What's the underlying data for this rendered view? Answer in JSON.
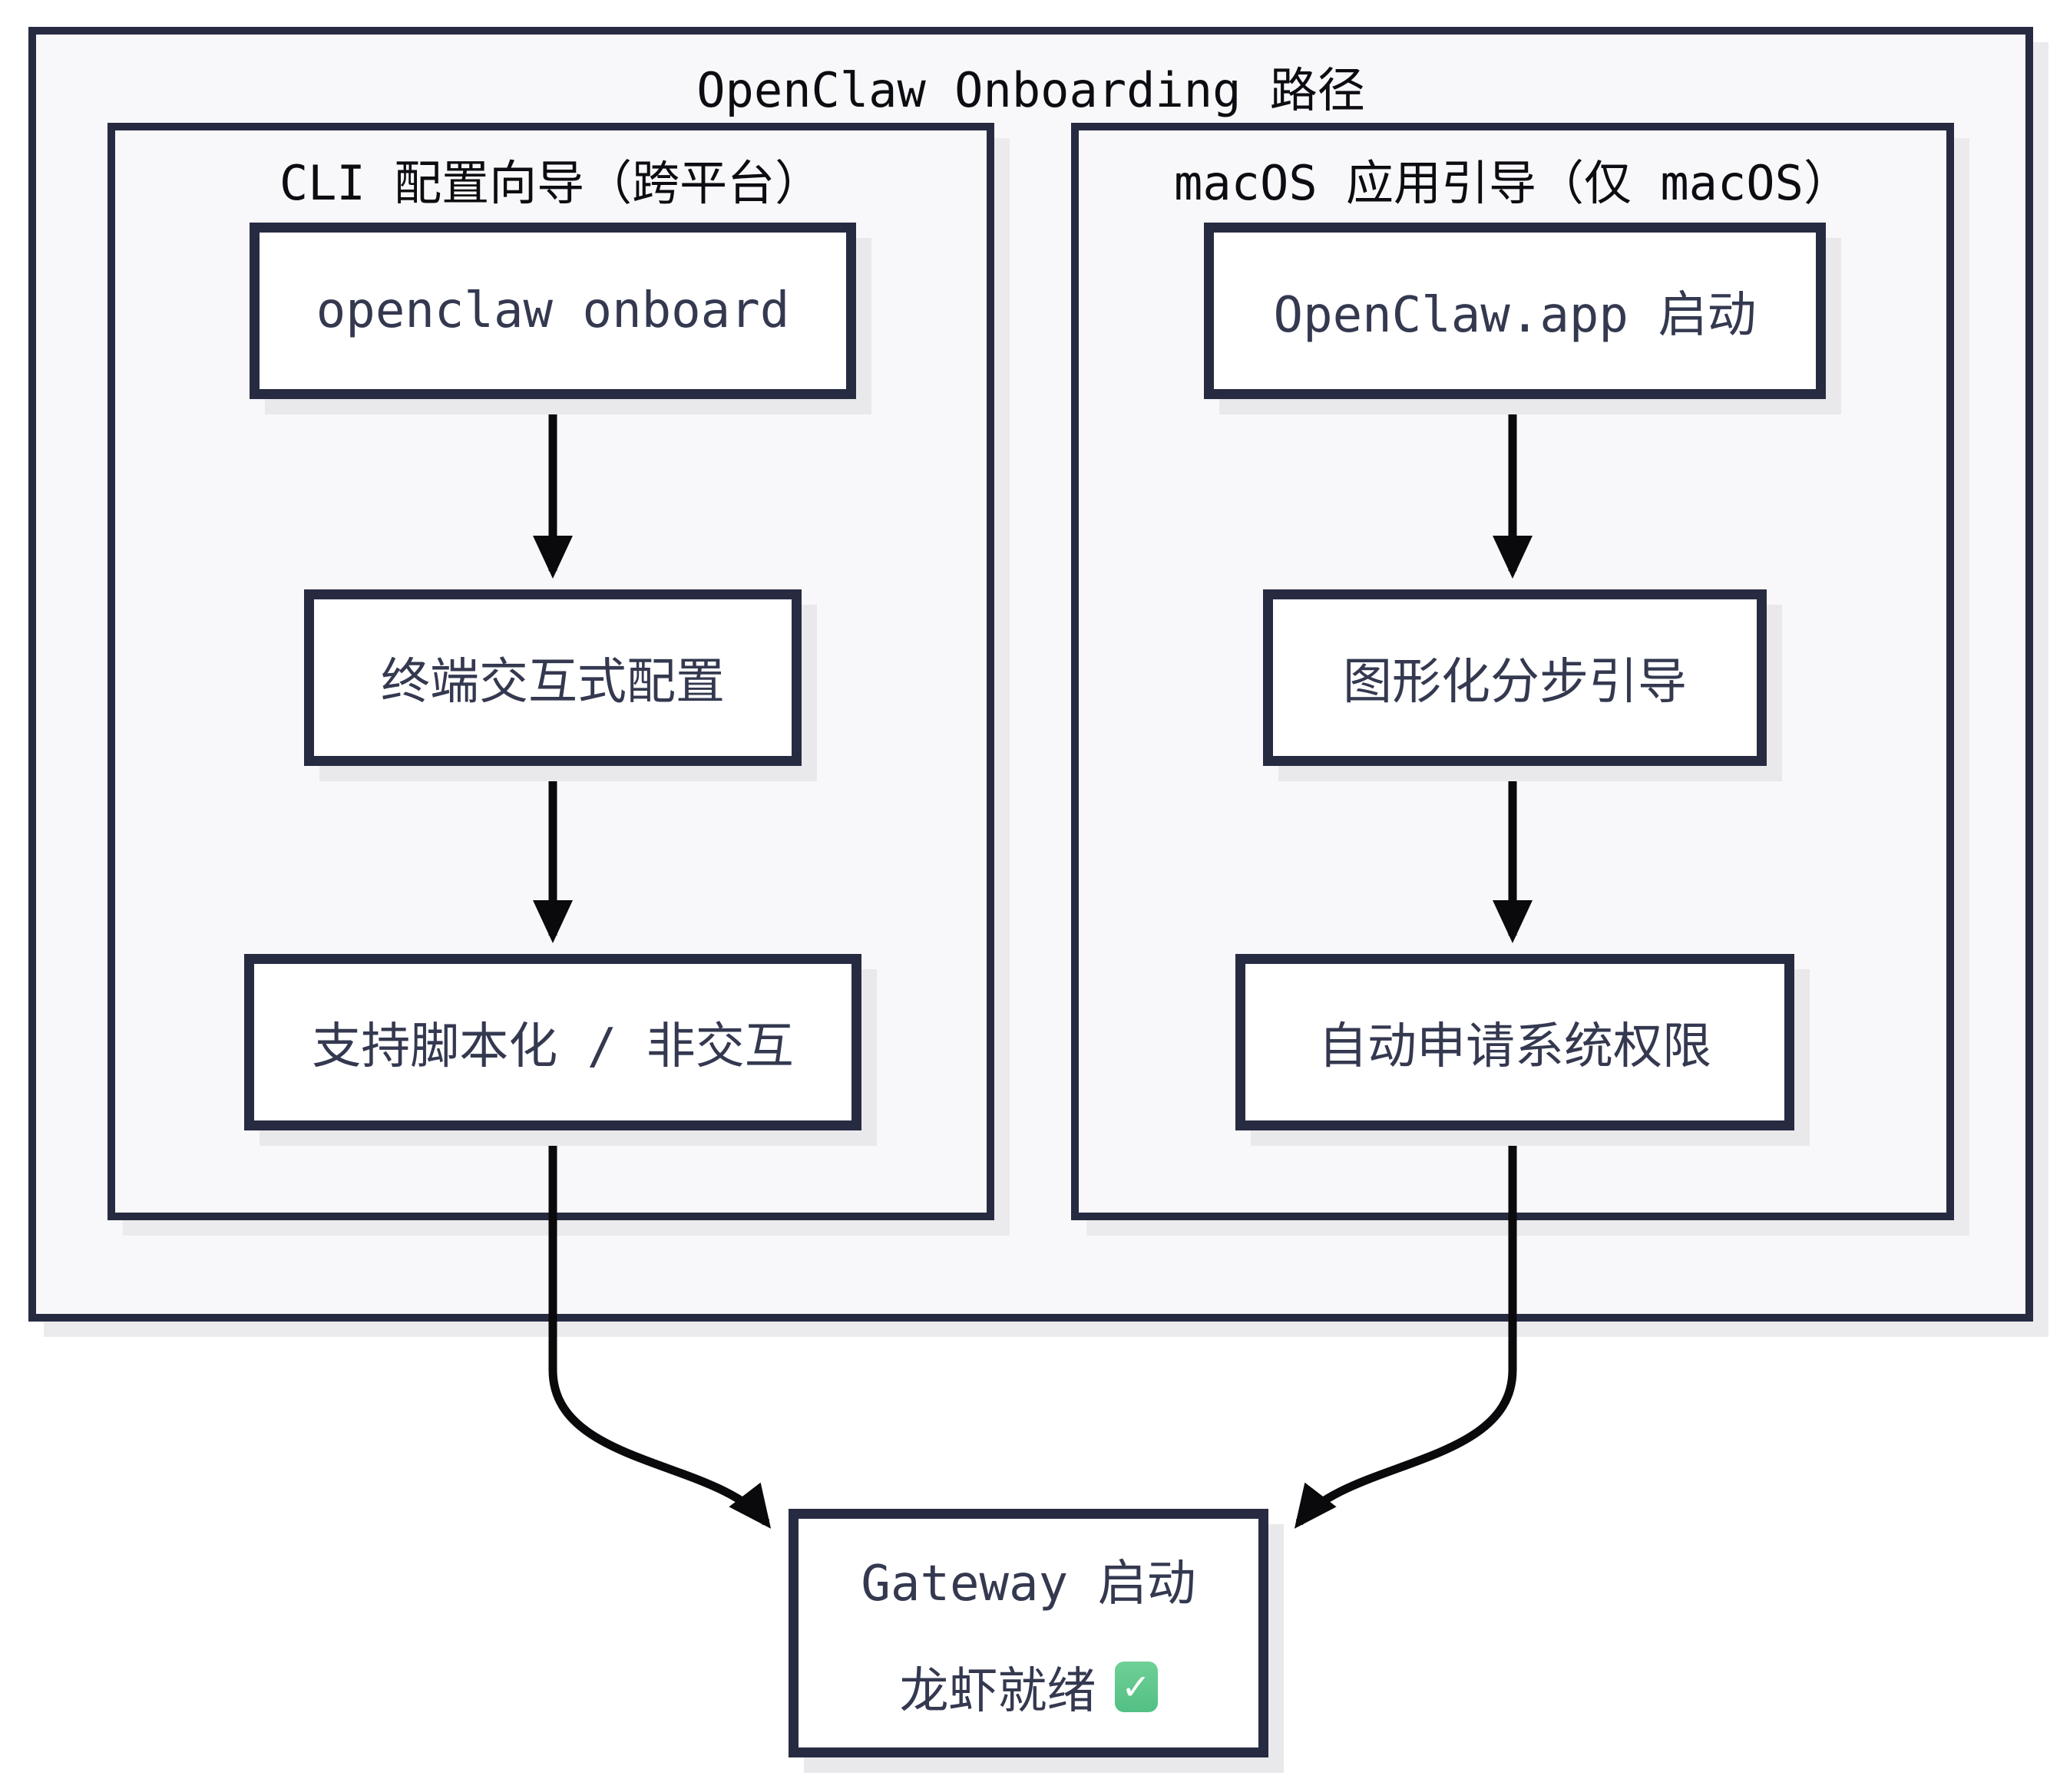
{
  "diagram": {
    "type": "flowchart",
    "title": "OpenClaw Onboarding 路径",
    "subgraphs": [
      {
        "id": "cli",
        "title": "CLI 配置向导（跨平台）",
        "nodes": [
          {
            "id": "cli-1",
            "label": "openclaw onboard"
          },
          {
            "id": "cli-2",
            "label": "终端交互式配置"
          },
          {
            "id": "cli-3",
            "label": "支持脚本化 / 非交互"
          }
        ]
      },
      {
        "id": "macos",
        "title": "macOS 应用引导（仅 macOS）",
        "nodes": [
          {
            "id": "mac-1",
            "label": "OpenClaw.app 启动"
          },
          {
            "id": "mac-2",
            "label": "图形化分步引导"
          },
          {
            "id": "mac-3",
            "label": "自动申请系统权限"
          }
        ]
      }
    ],
    "end_node": {
      "id": "gateway",
      "line1": "Gateway 启动",
      "line2": "龙虾就绪",
      "check_icon": "✓"
    },
    "edges": [
      "cli-1 -> cli-2",
      "cli-2 -> cli-3",
      "cli-3 -> gateway",
      "mac-1 -> mac-2",
      "mac-2 -> mac-3",
      "mac-3 -> gateway"
    ],
    "colors": {
      "border": "#272b42",
      "container_fill": "#f8f8fa",
      "node_fill": "#ffffff",
      "node_text": "#343950",
      "title_text": "#0c0d12",
      "arrow": "#0a0a0c",
      "shadow": "#e9e9ec",
      "check_green": "#53c084"
    }
  }
}
